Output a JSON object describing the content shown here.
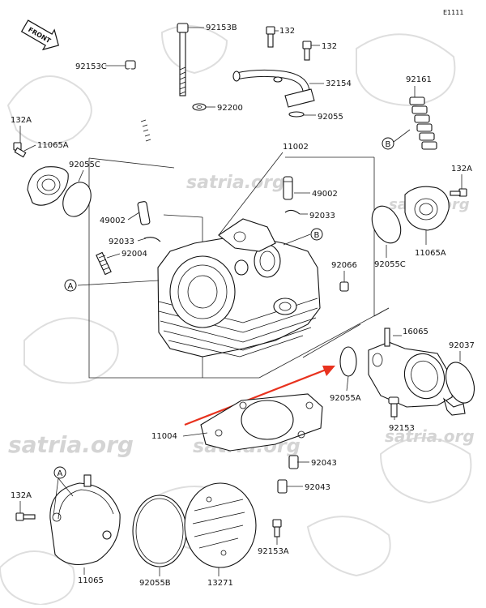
{
  "diagram": {
    "code": "E1111",
    "watermark": "satria.org",
    "front_label": "FRONT",
    "callout_a": "A",
    "callout_b": "B",
    "arrow_color": "#e8321e",
    "parts": [
      {
        "id": "92153B"
      },
      {
        "id": "132"
      },
      {
        "id": "132"
      },
      {
        "id": "92153C"
      },
      {
        "id": "32154"
      },
      {
        "id": "92200"
      },
      {
        "id": "92055"
      },
      {
        "id": "92161"
      },
      {
        "id": "132A"
      },
      {
        "id": "11065A"
      },
      {
        "id": "11002"
      },
      {
        "id": "92055C"
      },
      {
        "id": "132A"
      },
      {
        "id": "49002"
      },
      {
        "id": "92033"
      },
      {
        "id": "49002"
      },
      {
        "id": "92033"
      },
      {
        "id": "92004"
      },
      {
        "id": "92055C"
      },
      {
        "id": "11065A"
      },
      {
        "id": "92066"
      },
      {
        "id": "16065"
      },
      {
        "id": "92037"
      },
      {
        "id": "92055A"
      },
      {
        "id": "92153"
      },
      {
        "id": "11004"
      },
      {
        "id": "92043"
      },
      {
        "id": "92043"
      },
      {
        "id": "132A"
      },
      {
        "id": "92153A"
      },
      {
        "id": "11065"
      },
      {
        "id": "92055B"
      },
      {
        "id": "13271"
      }
    ]
  }
}
